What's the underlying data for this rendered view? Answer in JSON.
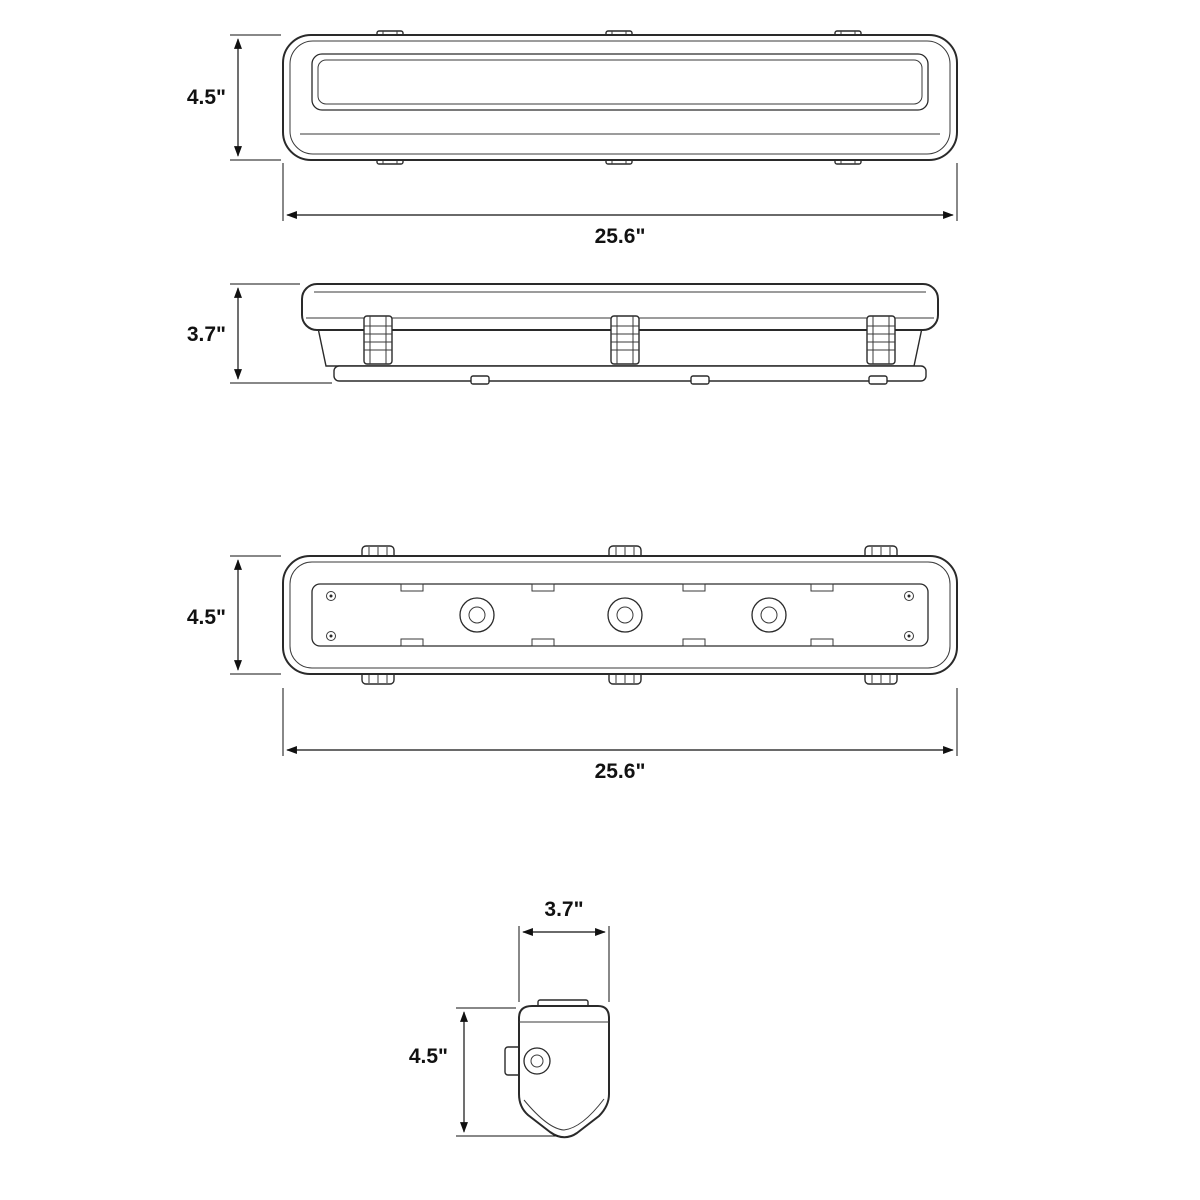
{
  "drawing": {
    "front_view": {
      "height": "4.5\"",
      "width": "25.6\""
    },
    "side_view": {
      "height": "3.7\""
    },
    "back_view": {
      "height": "4.5\"",
      "width": "25.6\""
    },
    "end_view": {
      "width": "3.7\"",
      "height": "4.5\""
    }
  },
  "colors": {
    "line": "#2a2a2a",
    "dimension": "#111111",
    "background": "#ffffff"
  }
}
